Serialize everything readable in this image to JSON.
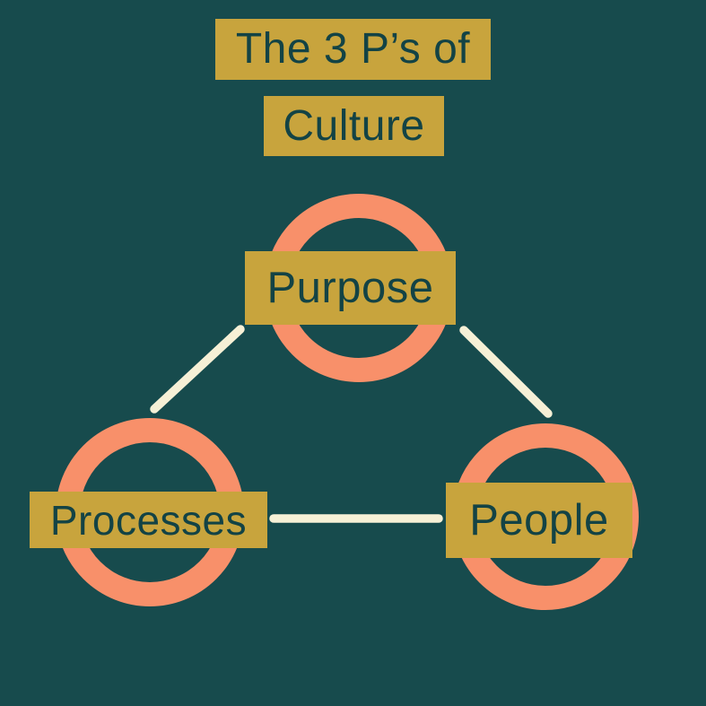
{
  "colors": {
    "background": "#174B4D",
    "ring_orange": "#F8906A",
    "label_gold": "#C8A43D",
    "connector_cream": "#F6F0D6",
    "text_teal": "#134345"
  },
  "title": {
    "line1": "The 3 P’s of",
    "line2": "Culture"
  },
  "diagram": {
    "nodes": [
      {
        "id": "purpose",
        "label": "Purpose",
        "position": "top-center"
      },
      {
        "id": "processes",
        "label": "Processes",
        "position": "bottom-left"
      },
      {
        "id": "people",
        "label": "People",
        "position": "bottom-right"
      }
    ],
    "connections": [
      {
        "from": "Purpose",
        "to": "Processes"
      },
      {
        "from": "Purpose",
        "to": "People"
      },
      {
        "from": "Processes",
        "to": "People"
      }
    ]
  }
}
